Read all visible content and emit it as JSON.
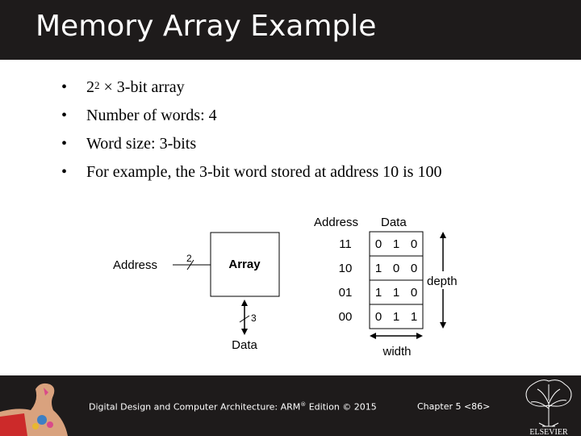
{
  "slide": {
    "title": "Memory Array Example"
  },
  "bullets": [
    {
      "prefix": "2",
      "sup": "2",
      "rest": " × 3-bit array"
    },
    {
      "text": "Number of words: 4"
    },
    {
      "text": "Word size: 3-bits"
    },
    {
      "text": "For example, the 3-bit word stored at address 10 is 100"
    }
  ],
  "bullet_symbol": "•",
  "diagram": {
    "block_label": "Array",
    "address_label": "Address",
    "address_width": "2",
    "data_label": "Data",
    "data_width": "3",
    "table": {
      "header_address": "Address",
      "header_data": "Data",
      "rows": [
        {
          "address": "11",
          "bits": [
            "0",
            "1",
            "0"
          ]
        },
        {
          "address": "10",
          "bits": [
            "1",
            "0",
            "0"
          ]
        },
        {
          "address": "01",
          "bits": [
            "1",
            "1",
            "0"
          ]
        },
        {
          "address": "00",
          "bits": [
            "0",
            "1",
            "1"
          ]
        }
      ],
      "depth_label": "depth",
      "width_label": "width"
    }
  },
  "footer": {
    "book_title": "Digital Design and Computer Architecture: ARM",
    "registered": "®",
    "edition": " Edition © 2015",
    "chapter": "Chapter 5 <86>",
    "publisher_logo": "ELSEVIER"
  },
  "colors": {
    "bar": "#1e1b1b",
    "text": "#000000",
    "footer_text": "#ffffff"
  }
}
